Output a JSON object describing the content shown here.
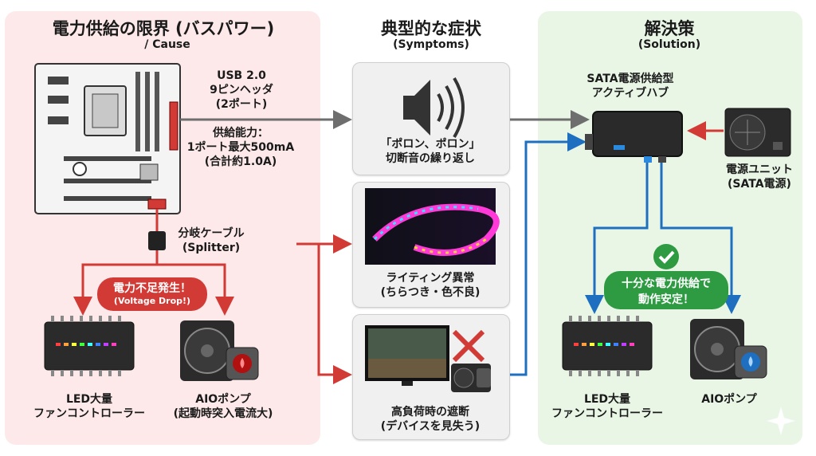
{
  "cause": {
    "title": "電力供給の限界 (バスパワー)",
    "subtitle": "/ Cause",
    "usb_lines": [
      "USB 2.0",
      "9ピンヘッダ",
      "(2ポート)"
    ],
    "capacity_lines": [
      "供給能力：",
      "1ポート最大500mA",
      "(合計約1.0A)"
    ],
    "splitter_lines": [
      "分岐ケーブル",
      "(Splitter)"
    ],
    "warning_lines": [
      "電力不足発生！",
      "(Voltage Drop!)"
    ],
    "led_lines": [
      "LED大量",
      "ファンコントローラー"
    ],
    "aio_lines": [
      "AIOポンプ",
      "(起動時突入電流大)"
    ]
  },
  "symptoms": {
    "title": "典型的な症状",
    "subtitle": "(Symptoms)",
    "s1_lines": [
      "「ポロン、ポロン」",
      "切断音の繰り返し"
    ],
    "s2_lines": [
      "ライティング異常",
      "(ちらつき・色不良)"
    ],
    "s3_lines": [
      "高負荷時の遮断",
      "(デバイスを見失う)"
    ]
  },
  "solution": {
    "title": "解決策",
    "subtitle": "(Solution)",
    "hub_lines": [
      "SATA電源供給型",
      "アクティブハブ"
    ],
    "psu_lines": [
      "電源ユニット",
      "(SATA電源)"
    ],
    "ok_lines": [
      "十分な電力供給で",
      "動作安定！"
    ],
    "led_lines": [
      "LED大量",
      "ファンコントローラー"
    ],
    "aio_label": "AIOポンプ"
  },
  "colors": {
    "red": "#d23a36",
    "blue": "#1f6fc0",
    "green": "#2e9a42",
    "gray": "#6e6e6e"
  }
}
